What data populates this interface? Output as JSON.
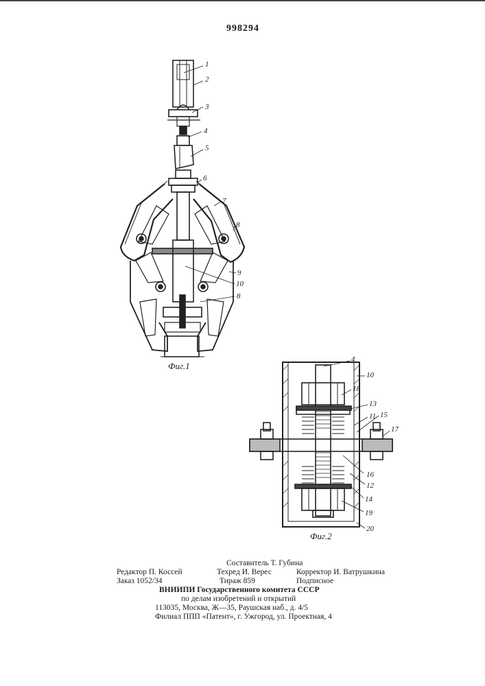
{
  "patent_number": "998294",
  "fig1": {
    "caption": "Фиг.1",
    "labels": [
      "1",
      "2",
      "3",
      "4",
      "5",
      "6",
      "7",
      "8",
      "9",
      "10",
      "8"
    ]
  },
  "fig2": {
    "caption": "Фиг.2",
    "labels": [
      "4",
      "10",
      "18",
      "13",
      "11",
      "15",
      "17",
      "16",
      "12",
      "14",
      "19",
      "20"
    ]
  },
  "imprint": {
    "compiler": "Составитель Т. Губина",
    "editor": "Редактор П. Коссей",
    "techred": "Техред И. Верес",
    "corrector": "Корректор И. Ватрушкина",
    "order": "Заказ 1052/34",
    "circulation": "Тираж 859",
    "subscription": "Подписное",
    "org1": "ВНИИПИ  Государственного  комитета  СССР",
    "org2": "по  делам  изобретений  и  открытий",
    "address": "113035,  Москва,  Ж—35,  Раушская  наб.,  д.  4/5",
    "branch": "Филиал  ППП  «Патент»,  г.  Ужгород,  ул.  Проектная,  4"
  }
}
